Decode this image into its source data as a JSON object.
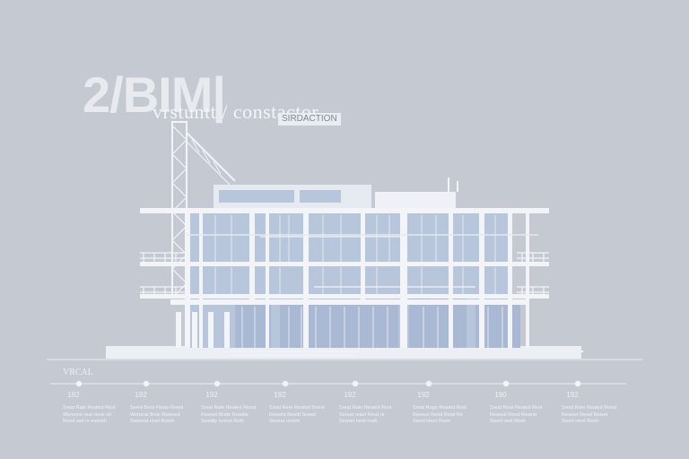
{
  "header": {
    "title": "2/BIM|",
    "subtitle": "vrstuntt / constactor",
    "tag": "SIRDACTION"
  },
  "timeline": {
    "label": "VRCAL",
    "milestones": [
      {
        "label": "192",
        "desc": "Sreat Rate Reated Rest\nWeneme reat reest eh\nReret wet re ewmeh"
      },
      {
        "label": "192",
        "desc": "Serek Bere Fbrae Reest\nWeherat Brde Rewned\nSweerat reret Rreeh"
      },
      {
        "label": "192",
        "desc": "Sreat Rate Reated Reest\nReweet Bnde Rewdis\nSwetdy rerewt Reth"
      },
      {
        "label": "192",
        "desc": "Sreat Rere Reated Reest\nReewht Reedt Srewd\nSewrat rerwre"
      },
      {
        "label": "192",
        "desc": "Sreat Rate Reated Rest\nSereat reaet Rewt re\nSewret reret reeh"
      },
      {
        "label": "192",
        "desc": "Sreat Rage Reated Rest\nReweet Reed Rewt Re\nSwed rewrt Reeh"
      },
      {
        "label": "190",
        "desc": "Sreat Reat Reated Rest\nReweat Reed Rewnd\nSwed rewt Reeh"
      },
      {
        "label": "192",
        "desc": "Sreat Rate Reated Reest\nReweet Rewd Rewet\nSwed reret Reeh"
      }
    ]
  },
  "colors": {
    "background": "#c5c9d2",
    "structure": "#f2f4f8",
    "glass": "#b8c6dc",
    "glass_dark": "#a9b9d3",
    "line": "#eef0f5"
  },
  "illustration": {
    "subject": "building-under-construction",
    "crane": "tower-crane"
  }
}
